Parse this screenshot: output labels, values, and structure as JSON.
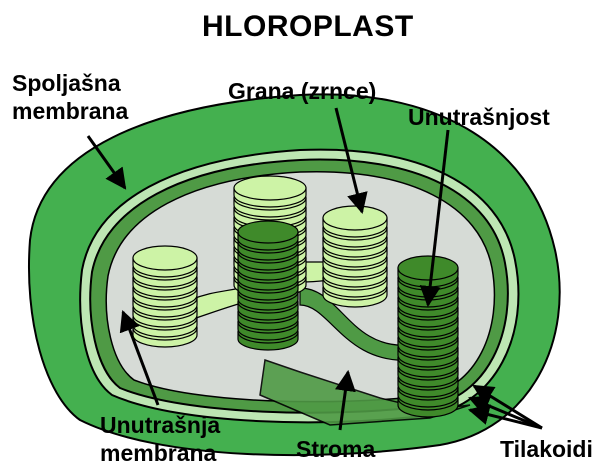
{
  "title": "HLOROPLAST",
  "labels": {
    "outer_membrane_line1": "Spoljašna",
    "outer_membrane_line2": "membrana",
    "granum": "Grana (zrnce)",
    "interior": "Unutrašnjost",
    "inner_membrane_line1": "Unutrašnja",
    "inner_membrane_line2": "membrana",
    "stroma": "Stroma",
    "thylakoids": "Tilakoidi"
  },
  "colors": {
    "outer_membrane": "#44b04f",
    "inner_membrane": "#4f9a45",
    "stroma": "#d6dbd6",
    "thylakoid_light": "#cdf3a6",
    "thylakoid_dark": "#3f8a2a",
    "outline": "#000000"
  }
}
